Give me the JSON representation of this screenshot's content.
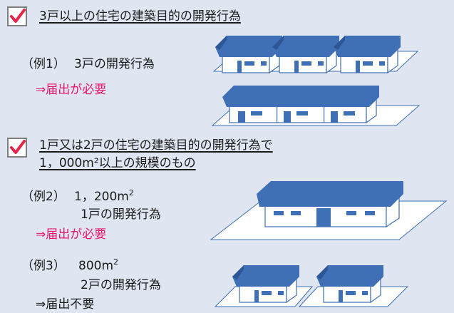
{
  "section1": {
    "heading": "3戸以上の住宅の建築目的の開発行為",
    "example": {
      "label": "（例1）",
      "desc": "3戸の開発行為",
      "result": "⇒届出が必要"
    }
  },
  "section2": {
    "heading_line1": "1戸又は2戸の住宅の建築目的の開発行為で",
    "heading_line2": "1，000m²以上の規模のもの",
    "example2": {
      "label": "（例2）",
      "area_number": "1，200m",
      "area_sup": "2",
      "desc": "1戸の開発行為",
      "result": "⇒届出が必要"
    },
    "example3": {
      "label": "（例3）",
      "area_number": "800m",
      "area_sup": "2",
      "desc": "2戸の開発行為",
      "result": "⇒届出不要"
    }
  },
  "colors": {
    "background": "#dfe6f1",
    "roof": "#3f6fb4",
    "wall": "#ffffff",
    "result_required": "#e8156b",
    "check": "#e8254a"
  }
}
